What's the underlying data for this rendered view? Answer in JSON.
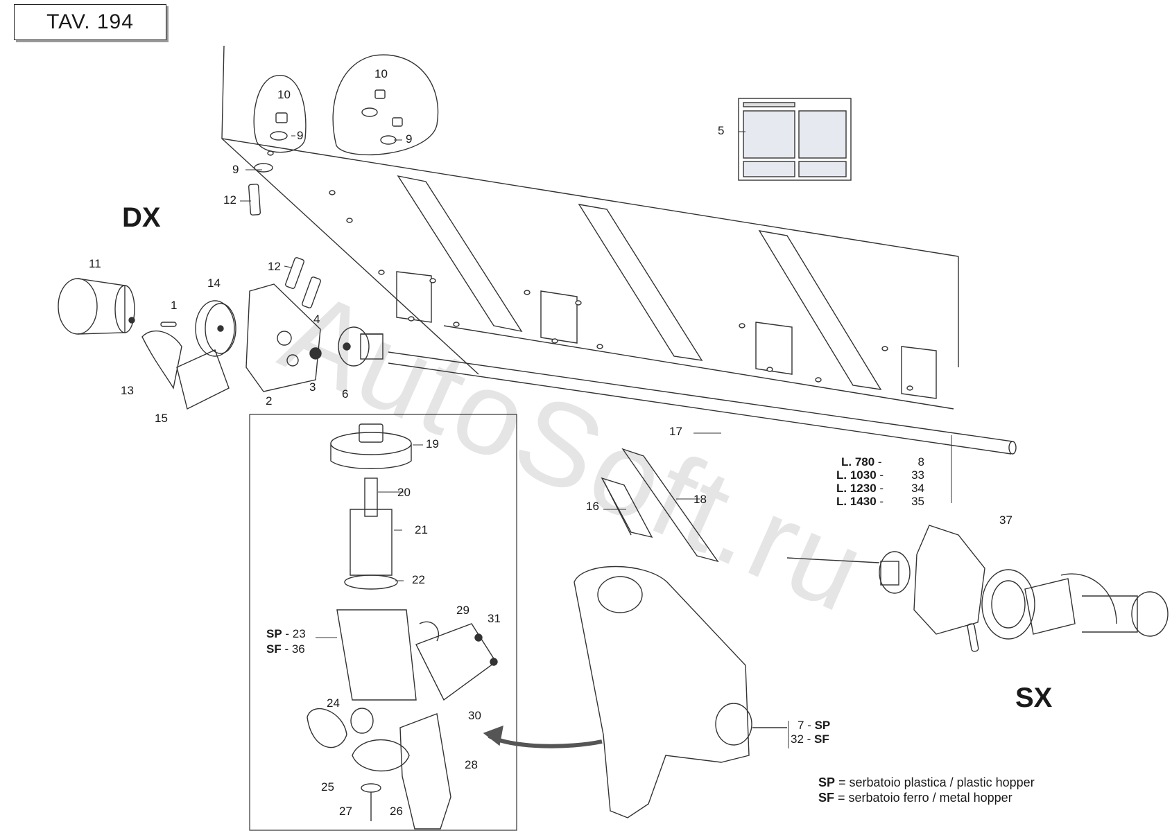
{
  "header": {
    "tav": "TAV.  194"
  },
  "sides": {
    "left": "DX",
    "right": "SX"
  },
  "callouts": {
    "c1": "1",
    "c2": "2",
    "c3": "3",
    "c4": "4",
    "c5": "5",
    "c6": "6",
    "c9a": "9",
    "c9b": "9",
    "c9c": "9",
    "c10a": "10",
    "c10b": "10",
    "c11": "11",
    "c12a": "12",
    "c12b": "12",
    "c13": "13",
    "c14": "14",
    "c15": "15",
    "c16": "16",
    "c17": "17",
    "c18": "18",
    "c19": "19",
    "c20": "20",
    "c21": "21",
    "c22": "22",
    "c24": "24",
    "c25": "25",
    "c26": "26",
    "c27": "27",
    "c28": "28",
    "c29": "29",
    "c30": "30",
    "c31": "31",
    "c37": "37"
  },
  "shaft_lengths": [
    {
      "len": "L. 780",
      "code": "8"
    },
    {
      "len": "L. 1030",
      "code": "33"
    },
    {
      "len": "L. 1230",
      "code": "34"
    },
    {
      "len": "L. 1430",
      "code": "35"
    }
  ],
  "housing": [
    {
      "tag": "SP",
      "code": "23"
    },
    {
      "tag": "SF",
      "code": "36"
    }
  ],
  "hopper_ref": [
    {
      "code": "7",
      "tag": "SP"
    },
    {
      "code": "32",
      "tag": "SF"
    }
  ],
  "legend": [
    {
      "tag": "SP",
      "text": " = serbatoio plastica / plastic hopper"
    },
    {
      "tag": "SF",
      "text": " = serbatoio ferro / metal hopper"
    }
  ],
  "watermark": "AutoSoft.ru"
}
